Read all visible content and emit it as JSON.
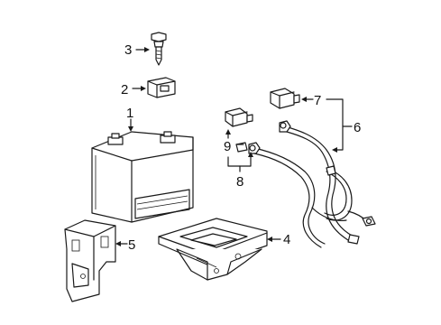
{
  "callouts": [
    {
      "id": "1",
      "text": "1"
    },
    {
      "id": "2",
      "text": "2"
    },
    {
      "id": "3",
      "text": "3"
    },
    {
      "id": "4",
      "text": "4"
    },
    {
      "id": "5",
      "text": "5"
    },
    {
      "id": "6",
      "text": "6"
    },
    {
      "id": "7",
      "text": "7"
    },
    {
      "id": "8",
      "text": "8"
    },
    {
      "id": "9",
      "text": "9"
    }
  ],
  "colors": {
    "line": "#1a1a1a",
    "background": "#ffffff"
  }
}
